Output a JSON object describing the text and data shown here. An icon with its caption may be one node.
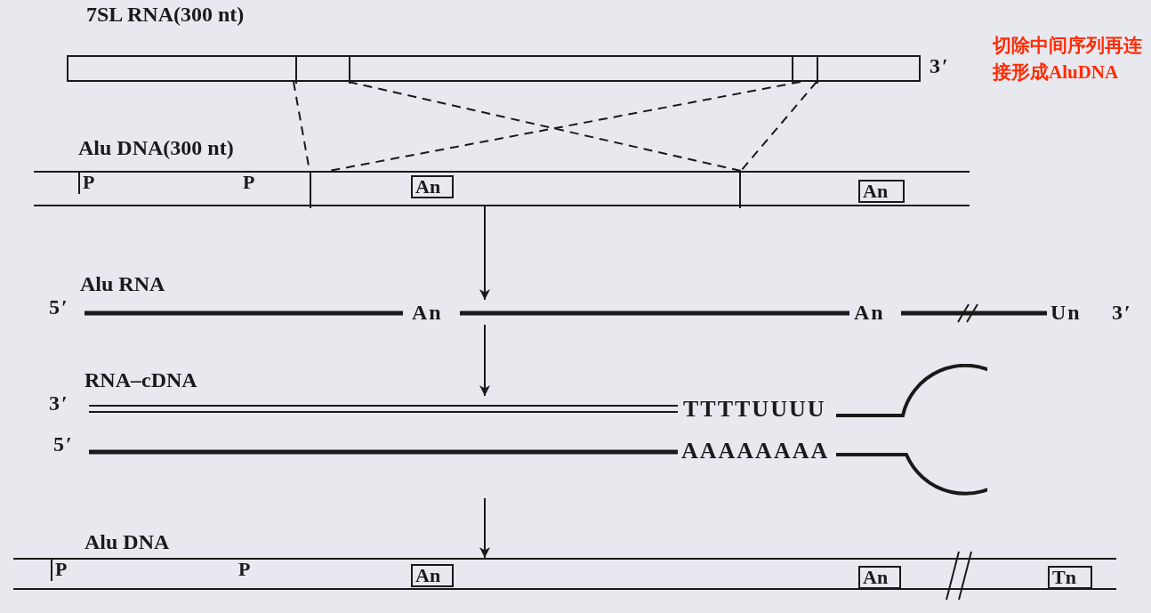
{
  "diagram": {
    "nodes": [
      {
        "text": [
          "7SL RNA(300 nt)"
        ],
        "beside": [
          "3′"
        ]
      },
      {
        "text": [],
        "shape": "box",
        "in": 0
      },
      {
        "text": [],
        "shape": "box",
        "in": 0
      },
      {
        "text": [
          "Alu DNA(300 nt)"
        ]
      },
      {
        "text": [
          "P"
        ],
        "in": 3
      },
      {
        "text": [
          "P"
        ],
        "in": 3
      },
      {
        "text": [],
        "shape": "box",
        "in": 3
      },
      {
        "text": [
          "An"
        ],
        "in": 6
      },
      {
        "text": [
          "An"
        ],
        "in": 3
      },
      {
        "text": [
          "Alu RNA",
          "5′",
          "An",
          "An",
          "Un",
          "3′"
        ]
      },
      {
        "text": [
          "RNA–cDNA",
          "3′",
          "TTTTUUUU",
          "5′",
          "AAAAAAAA"
        ]
      },
      {
        "text": [
          "Alu DNA"
        ]
      },
      {
        "text": [
          "P"
        ],
        "in": 11
      },
      {
        "text": [
          "P"
        ],
        "in": 11
      },
      {
        "text": [
          "An"
        ],
        "in": 11
      },
      {
        "text": [
          "An"
        ],
        "in": 11
      },
      {
        "text": [
          "Tn"
        ],
        "in": 11
      }
    ],
    "edges": [
      {
        "from": 1,
        "to": 6,
        "arrow": "none",
        "style": "dashed"
      },
      {
        "from": 1,
        "to": 6,
        "arrow": "none",
        "style": "dashed"
      },
      {
        "from": 2,
        "to": 6,
        "arrow": "none",
        "style": "dashed"
      },
      {
        "from": 2,
        "to": 6,
        "arrow": "none",
        "style": "dashed"
      },
      {
        "from": 3,
        "to": 9,
        "arrow": "to"
      },
      {
        "from": 9,
        "to": 10,
        "arrow": "to"
      },
      {
        "from": 10,
        "to": 11,
        "arrow": "to"
      }
    ],
    "labels": [
      "切除中间序列再连接形成AluDNA"
    ]
  }
}
